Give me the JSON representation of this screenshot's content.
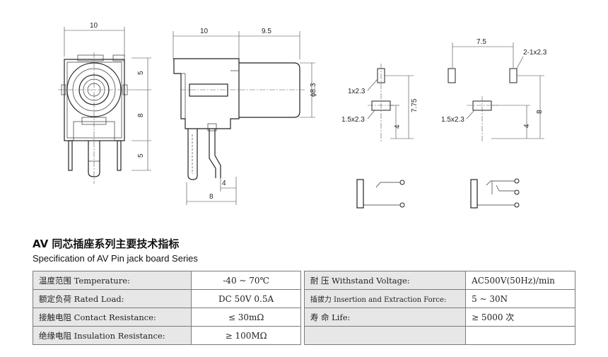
{
  "drawing": {
    "front_view": {
      "dims": [
        "10",
        "5",
        "8",
        "5"
      ]
    },
    "side_view": {
      "dims": [
        "10",
        "9.5",
        "ϕ8.3",
        "4",
        "8"
      ]
    },
    "pcb_layout_1": {
      "labels": [
        "1x2.3",
        "1.5x2.3",
        "7.75",
        "4"
      ]
    },
    "pcb_layout_2": {
      "labels": [
        "7.5",
        "2-1x2.3",
        "1.5x2.3",
        "8",
        "4"
      ]
    }
  },
  "title_cn": "AV 同芯插座系列主要技术指标",
  "title_en": "Specification of AV Pin jack board Series",
  "spec_rows": [
    {
      "label1": "温度范围 Temperature:",
      "value1": "-40 ~ 70℃",
      "label2": "耐    压 Withstand  Voltage:",
      "value2": "AC500V(50Hz)/min"
    },
    {
      "label1": "额定负荷 Rated  Load:",
      "value1": "DC   50V   0.5A",
      "label2": "插拔力 Insertion and Extraction Force:",
      "value2": "5 ~ 30N"
    },
    {
      "label1": "接触电阻 Contact  Resistance:",
      "value1": "≤ 30mΩ",
      "label2": "寿    命 Life:",
      "value2": "≥ 5000 次"
    },
    {
      "label1": "绝缘电阻 Insulation  Resistance:",
      "value1": "≥ 100MΩ",
      "label2": "",
      "value2": ""
    }
  ]
}
